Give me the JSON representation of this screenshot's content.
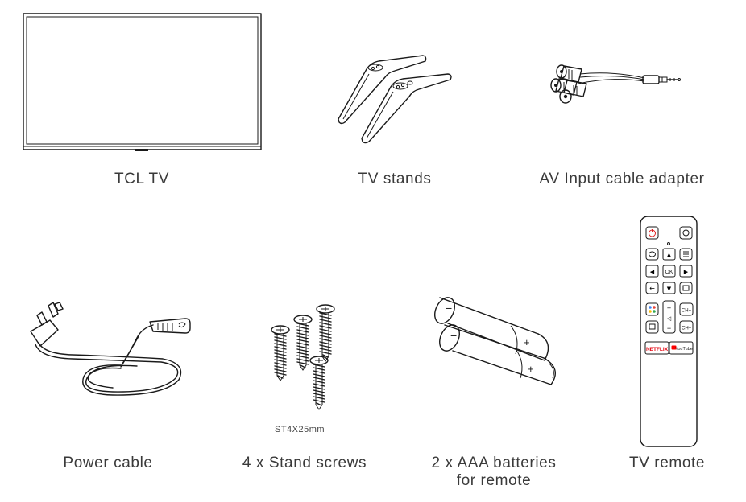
{
  "items": {
    "tv": {
      "label": "TCL TV"
    },
    "stands": {
      "label": "TV stands"
    },
    "av_cable": {
      "label": "AV Input cable adapter"
    },
    "power": {
      "label": "Power cable"
    },
    "screws": {
      "label": "4 x Stand screws",
      "spec": "ST4X25mm"
    },
    "batteries": {
      "label_line1": "2 x AAA batteries",
      "label_line2": "for remote"
    },
    "remote": {
      "label": "TV remote",
      "buttons": {
        "ok": "OK",
        "ch_up": "CH+",
        "ch_down": "CH–",
        "netflix": "NETFLIX",
        "youtube": "YouTube"
      }
    }
  },
  "colors": {
    "line": "#1a1a1a",
    "text": "#3a3a3a",
    "netflix": "#e50914",
    "youtube": "#ff0000"
  }
}
